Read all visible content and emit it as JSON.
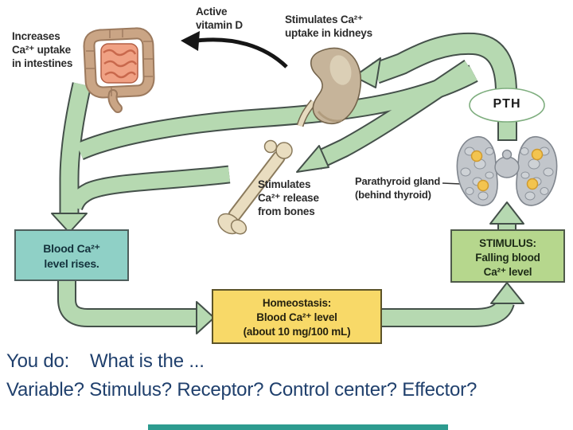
{
  "slide": {
    "prompt_line1": "You do:    What is the ...",
    "prompt_line2": "Variable? Stimulus? Receptor? Control center? Effector?",
    "text_color": "#20406d",
    "footer_bar_color": "#2d9b8f"
  },
  "diagram": {
    "arrow_fill": "#b6d9b1",
    "arrow_outline": "#44504a",
    "labels": {
      "intestines": {
        "line1": "Increases",
        "line2": "Ca²⁺ uptake",
        "line3": "in intestines"
      },
      "vitamin_d": {
        "line1": "Active",
        "line2": "vitamin D"
      },
      "kidneys": {
        "line1": "Stimulates Ca²⁺",
        "line2": "uptake in kidneys"
      },
      "bones": {
        "line1": "Stimulates",
        "line2": "Ca²⁺ release",
        "line3": "from bones"
      },
      "parathyroid": {
        "line1": "Parathyroid gland",
        "line2": "(behind thyroid)"
      },
      "pth": "PTH"
    },
    "boxes": {
      "blood": {
        "line1": "Blood Ca²⁺",
        "line2": "level rises.",
        "fill": "#8fd0c6"
      },
      "homeostasis": {
        "line1": "Homeostasis:",
        "line2": "Blood Ca²⁺ level",
        "line3": "(about 10 mg/100 mL)",
        "fill": "#f8d968"
      },
      "stimulus": {
        "line1": "STIMULUS:",
        "line2": "Falling blood",
        "line3": "Ca²⁺ level",
        "fill": "#b6d78d"
      }
    }
  }
}
